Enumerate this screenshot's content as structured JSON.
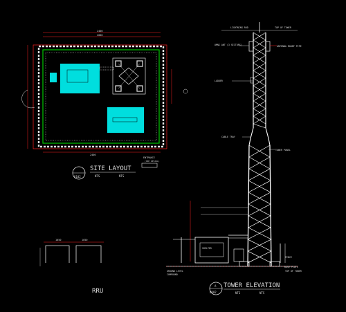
{
  "colors": {
    "background": "#000000",
    "line_white": "#e6e6e6",
    "dim_red": "#ff2020",
    "fence_green": "#00c800",
    "gen_cyan": "#00dede",
    "tower_white": "#ffffff"
  },
  "site_layout": {
    "title": "SITE LAYOUT",
    "scale_a": "NTS",
    "scale_b": "NTS",
    "sheet_code": "U102",
    "dim_top": "2400",
    "dim_top_inner": "2000",
    "dim_bottom": "2400",
    "entrance_note": "ENTRANCE",
    "entrance_sub": "(SEE DETAIL)"
  },
  "tower_elevation": {
    "title": "TOWER ELEVATION",
    "scale_a": "NTS",
    "scale_b": "NTS",
    "sheet_code_top": "A",
    "sheet_code_bottom": "D002",
    "top_label": "LIGHTNING ROD",
    "top_label_right": "TOP OF TOWER",
    "annot_1": "ANTENNA MOUNT PIPE",
    "annot_2": "OMNI ANT (3 SECTORS)",
    "annot_3": "LADDER",
    "annot_4": "CABLE TRAY",
    "annot_5": "TOWER PANEL",
    "annot_6": "SHELTER",
    "annot_7": "BASE PLATE",
    "annot_8": "GROUND LEVEL",
    "annot_9": "COMPOUND",
    "annot_10": "FENCE"
  },
  "small_plan": {
    "dim_left": "1050",
    "dim_right": "1050",
    "label": "RRU"
  }
}
